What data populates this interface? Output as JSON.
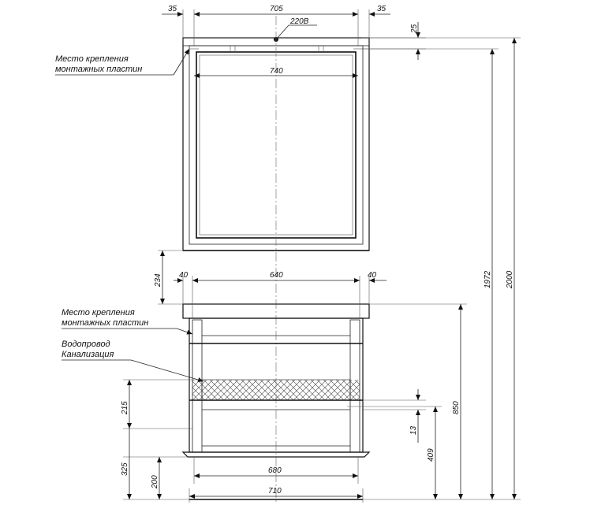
{
  "mirror": {
    "width_side_left": "35",
    "width_center": "705",
    "width_side_right": "35",
    "socket": "220В",
    "top_offset": "25",
    "inner_width": "740",
    "mount_label_line1": "Место крепления",
    "mount_label_line2": "монтажных пластин"
  },
  "cabinet": {
    "gap_to_mirror": "234",
    "top_left": "40",
    "top_center": "640",
    "top_right": "40",
    "mount_label_line1": "Место крепления",
    "mount_label_line2": "монтажных пластин",
    "water_label": "Водопровод",
    "sewer_label": "Канализация",
    "zone_height": "215",
    "zone_offset": "13",
    "lower_height": "325",
    "floor_gap": "200",
    "floor_height": "409",
    "body_height": "850",
    "inner_bottom_width": "680",
    "base_width": "710"
  },
  "overall": {
    "height_1972": "1972",
    "height_2000": "2000"
  }
}
